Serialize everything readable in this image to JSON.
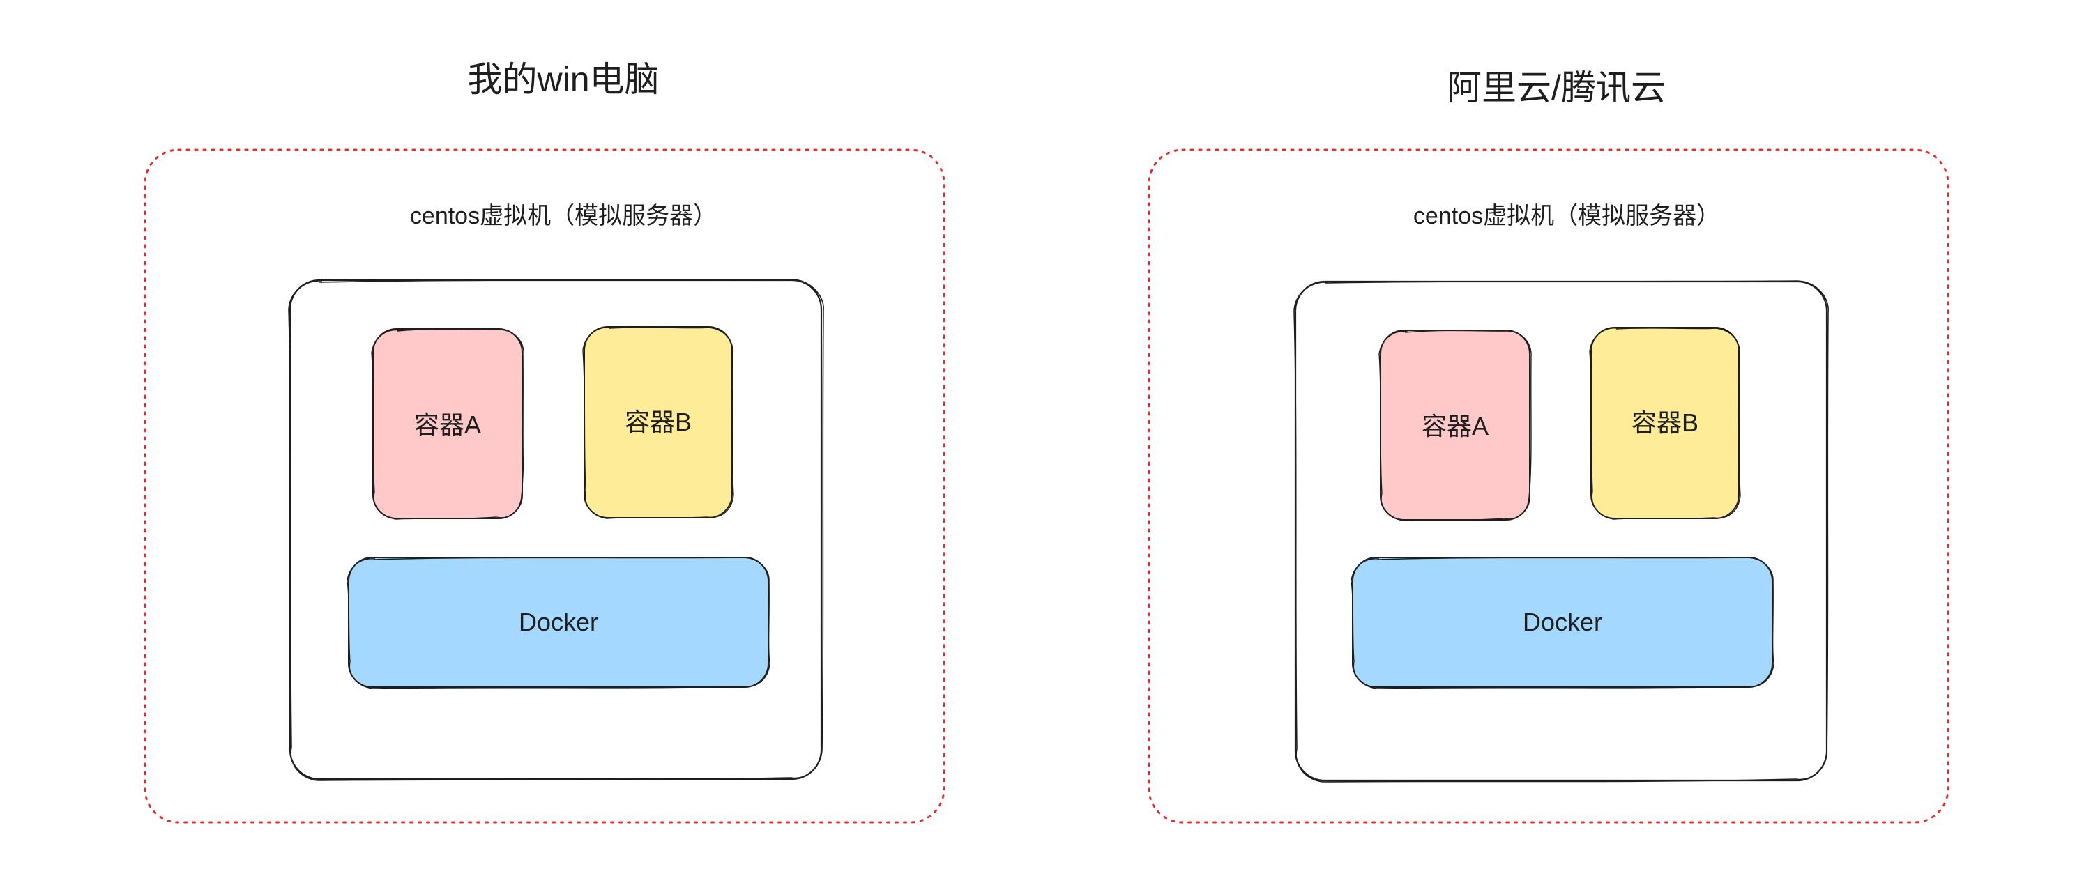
{
  "colors": {
    "host_border": "#e03131",
    "frame_stroke": "#1e1e1e",
    "container_a_fill": "#ffc9c9",
    "container_b_fill": "#ffec99",
    "docker_fill": "#a5d8ff",
    "background": "#ffffff",
    "text": "#1e1e1e"
  },
  "panels": [
    {
      "title": "我的win电脑",
      "vm_label": "centos虚拟机（模拟服务器）",
      "container_a": "容器A",
      "container_b": "容器B",
      "docker": "Docker"
    },
    {
      "title": "阿里云/腾讯云",
      "vm_label": "centos虚拟机（模拟服务器）",
      "container_a": "容器A",
      "container_b": "容器B",
      "docker": "Docker"
    }
  ]
}
